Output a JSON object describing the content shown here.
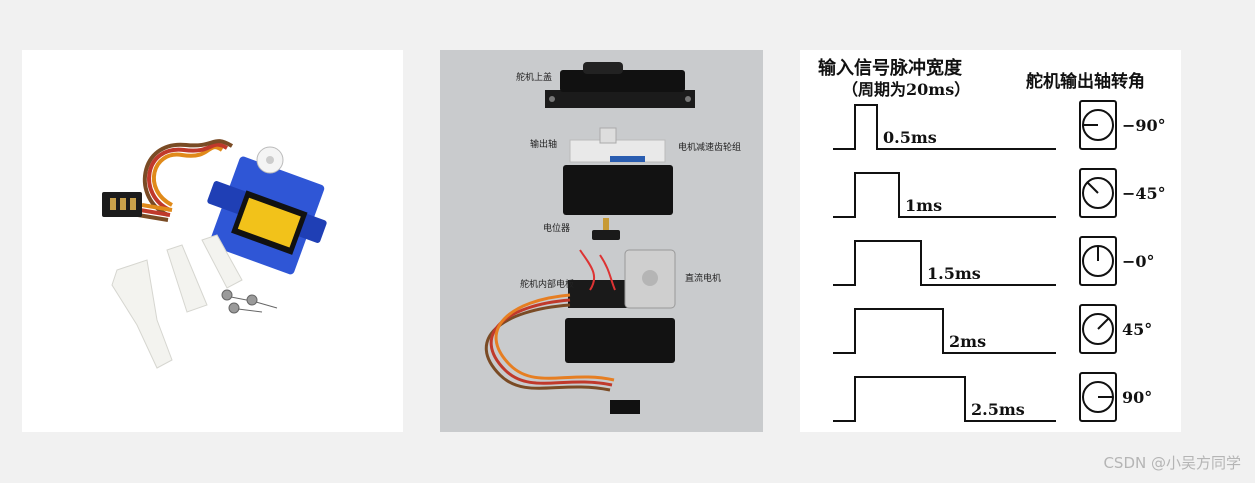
{
  "teardown": {
    "labels": {
      "top_cover": "舵机上盖",
      "output_shaft": "输出轴",
      "gear_set": "电机减速齿轮组",
      "potentiometer": "电位器",
      "circuit_board": "舵机内部电板",
      "dc_motor": "直流电机"
    }
  },
  "diagram": {
    "left_title_line1": "输入信号脉冲宽度",
    "left_title_line2": "（周期为20ms）",
    "right_title": "舵机输出轴转角",
    "rows": [
      {
        "pulse": "0.5ms",
        "angle": "−90°",
        "pulse_ms": 0.5,
        "angle_deg": -90
      },
      {
        "pulse": "1ms",
        "angle": "−45°",
        "pulse_ms": 1,
        "angle_deg": -45
      },
      {
        "pulse": "1.5ms",
        "angle": "−0°",
        "pulse_ms": 1.5,
        "angle_deg": 0
      },
      {
        "pulse": "2ms",
        "angle": "45°",
        "pulse_ms": 2,
        "angle_deg": 45
      },
      {
        "pulse": "2.5ms",
        "angle": "90°",
        "pulse_ms": 2.5,
        "angle_deg": 90
      }
    ]
  },
  "watermark": "CSDN @小吴方同学"
}
